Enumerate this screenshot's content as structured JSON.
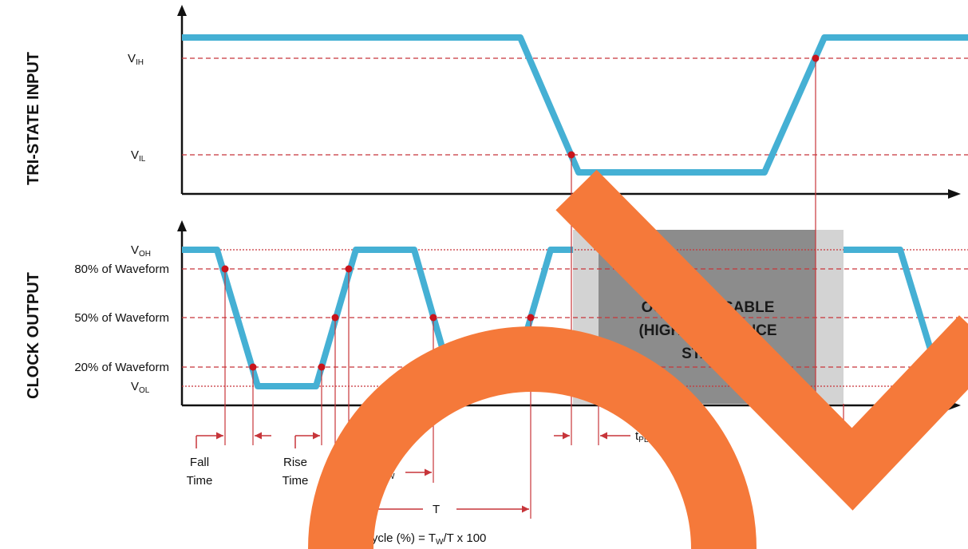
{
  "colors": {
    "waveform": "#45b0d4",
    "guide": "#c7353a",
    "marker": "#c8141c",
    "axis": "#111111",
    "disable_box": "#8c8c8c",
    "disable_box_light": "#d3d3d3",
    "overlay": "#f5793a"
  },
  "tri_state": {
    "title": "TRI-STATE INPUT",
    "vih": {
      "main": "V",
      "sub": "IH"
    },
    "vil": {
      "main": "V",
      "sub": "IL"
    }
  },
  "clock": {
    "title": "CLOCK OUTPUT",
    "voh": {
      "main": "V",
      "sub": "OH"
    },
    "p80": "80% of Waveform",
    "p50": "50% of Waveform",
    "p20": "20% of Waveform",
    "vol": {
      "main": "V",
      "sub": "OL"
    }
  },
  "disable_box": {
    "line1": "OUTPUT DISABLE",
    "line2": "(HIGH IMPEDANCE",
    "line3": "STATE)"
  },
  "timing": {
    "fall_1": "Fall",
    "fall_2": "Time",
    "rise_1": "Rise",
    "rise_2": "Time",
    "tw": {
      "main": "T",
      "sub": "W"
    },
    "t": "T",
    "tplz": {
      "main": "t",
      "sub": "PLZ"
    },
    "tpzl": {
      "main": "t",
      "sub": "PZL"
    },
    "duty": {
      "a": "Duty Cycle (%) = T",
      "sub": "W",
      "b": "/T x 100"
    }
  },
  "icons": [
    "circle-overlay-icon",
    "checkmark-overlay-icon"
  ]
}
